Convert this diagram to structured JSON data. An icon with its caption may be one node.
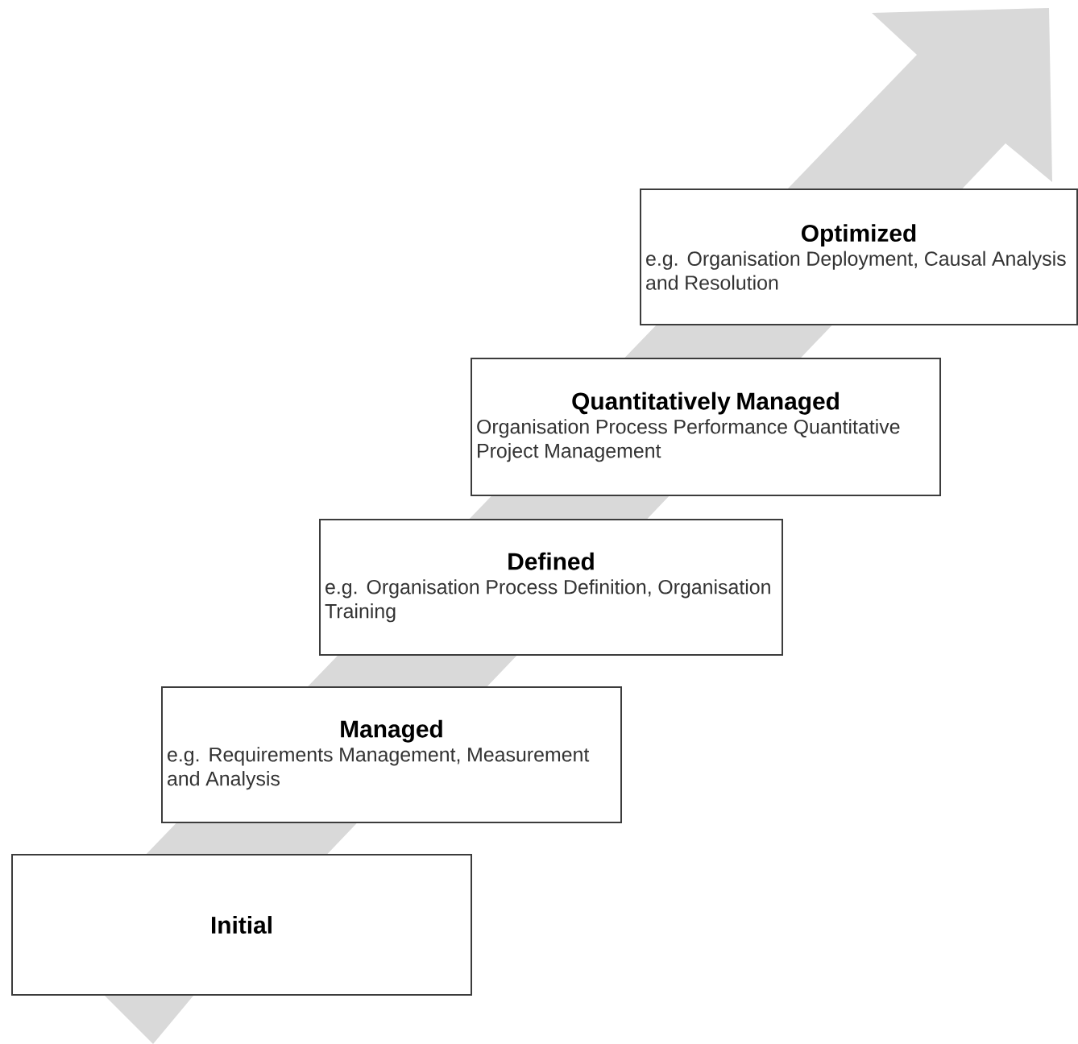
{
  "diagram": {
    "nodes": [
      {
        "text": [
          "Optimized",
          "e.g. Organisation Deployment, Causal Analysis and Resolution"
        ]
      },
      {
        "text": [
          "Quantitatively Managed",
          "Organisation Process Performance Quantitative Project Management"
        ]
      },
      {
        "text": [
          "Defined",
          "e.g. Organisation Process Definition, Organisation Training"
        ]
      },
      {
        "text": [
          "Managed",
          "e.g. Requirements Management, Measurement and Analysis"
        ]
      },
      {
        "text": [
          "Initial"
        ]
      }
    ]
  }
}
